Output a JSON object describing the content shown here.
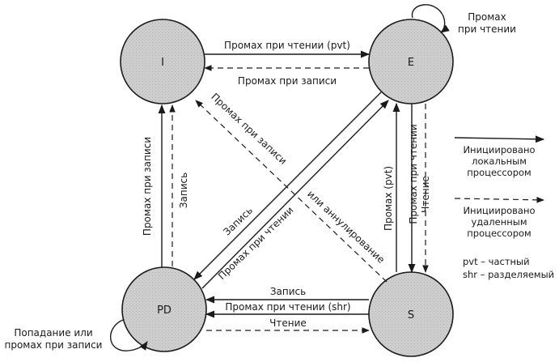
{
  "states": {
    "I": "I",
    "E": "E",
    "PD": "PD",
    "S": "S"
  },
  "edges": {
    "i_to_e": "Промах при чтении (pvt)",
    "e_to_i": "Промах при записи",
    "e_self_line1": "Промах",
    "e_self_line2": "при чтении",
    "pd_to_i": "Промах при записи",
    "i_to_pd": "Запись",
    "e_to_pd_1": "Запись",
    "e_to_pd_2": "Промах при чтении",
    "s_to_i_line1": "Промах при записи",
    "s_to_i_line2": "или аннулирование",
    "s_to_e": "Промах (pvt)",
    "e_to_s_1": "Промах при чтении",
    "e_to_s_2": "Чтение",
    "s_to_pd_1": "Запись",
    "s_to_pd_2": "Промах при чтении (shr)",
    "pd_to_s": "Чтение",
    "pd_self_line1": "Попадание или",
    "pd_self_line2": "промах при записи"
  },
  "legend": {
    "local_line1": "Инициировано",
    "local_line2": "локальным",
    "local_line3": "процессором",
    "remote_line1": "Инициировано",
    "remote_line2": "удаленным",
    "remote_line3": "процессором",
    "pvt": "pvt – частный",
    "shr": "shr – разделяемый"
  },
  "colors": {
    "ink": "#1a1a1a",
    "node_fill": "#cfcfcf",
    "background": "#ffffff"
  }
}
